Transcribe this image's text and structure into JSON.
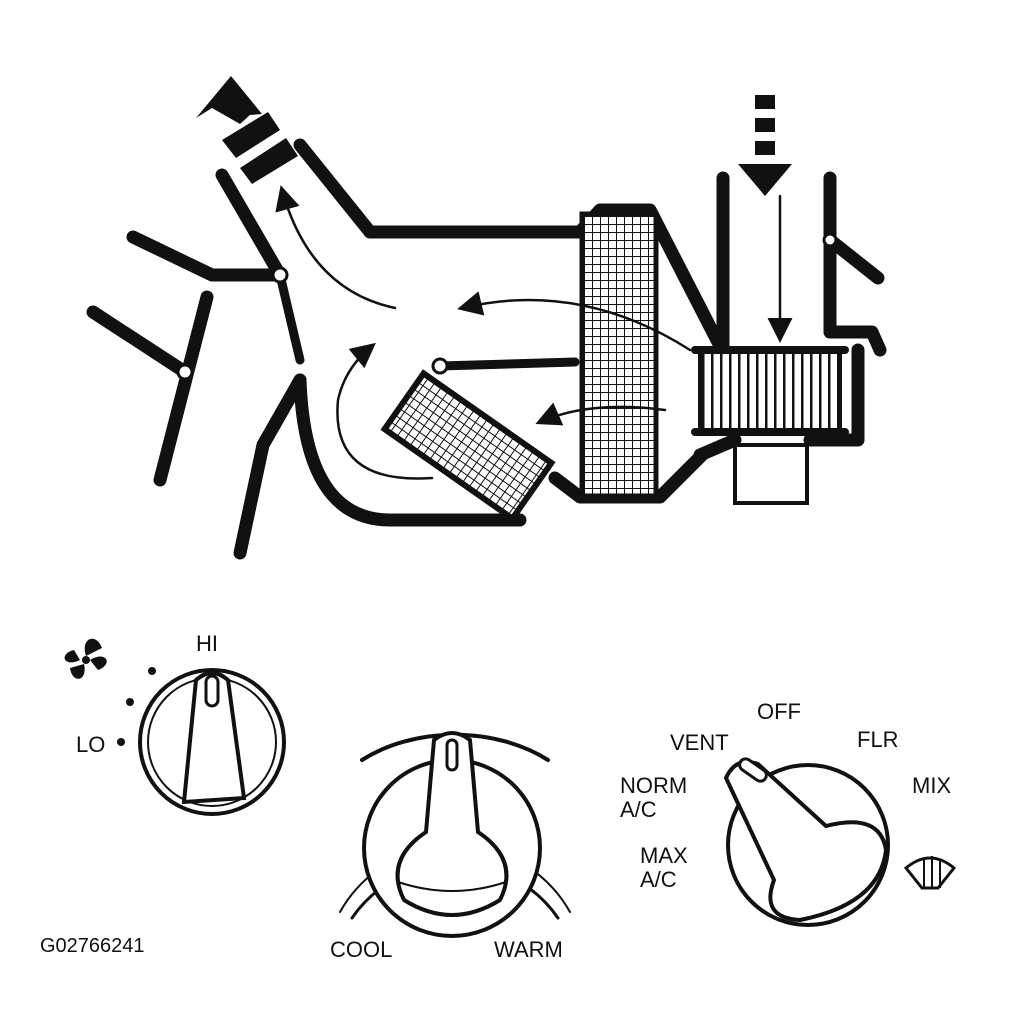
{
  "figure_id": "G02766241",
  "blower_control": {
    "high_label": "HI",
    "low_label": "LO",
    "icon": "fan-icon"
  },
  "temperature_control": {
    "cool_label": "COOL",
    "warm_label": "WARM"
  },
  "mode_control": {
    "off_label": "OFF",
    "vent_label": "VENT",
    "floor_label": "FLR",
    "mix_label": "MIX",
    "norm_ac_label_1": "NORM",
    "norm_ac_label_2": "A/C",
    "max_ac_label_1": "MAX",
    "max_ac_label_2": "A/C",
    "defrost_icon": "defrost-icon"
  },
  "colors": {
    "ink": "#111111",
    "paper": "#ffffff"
  }
}
